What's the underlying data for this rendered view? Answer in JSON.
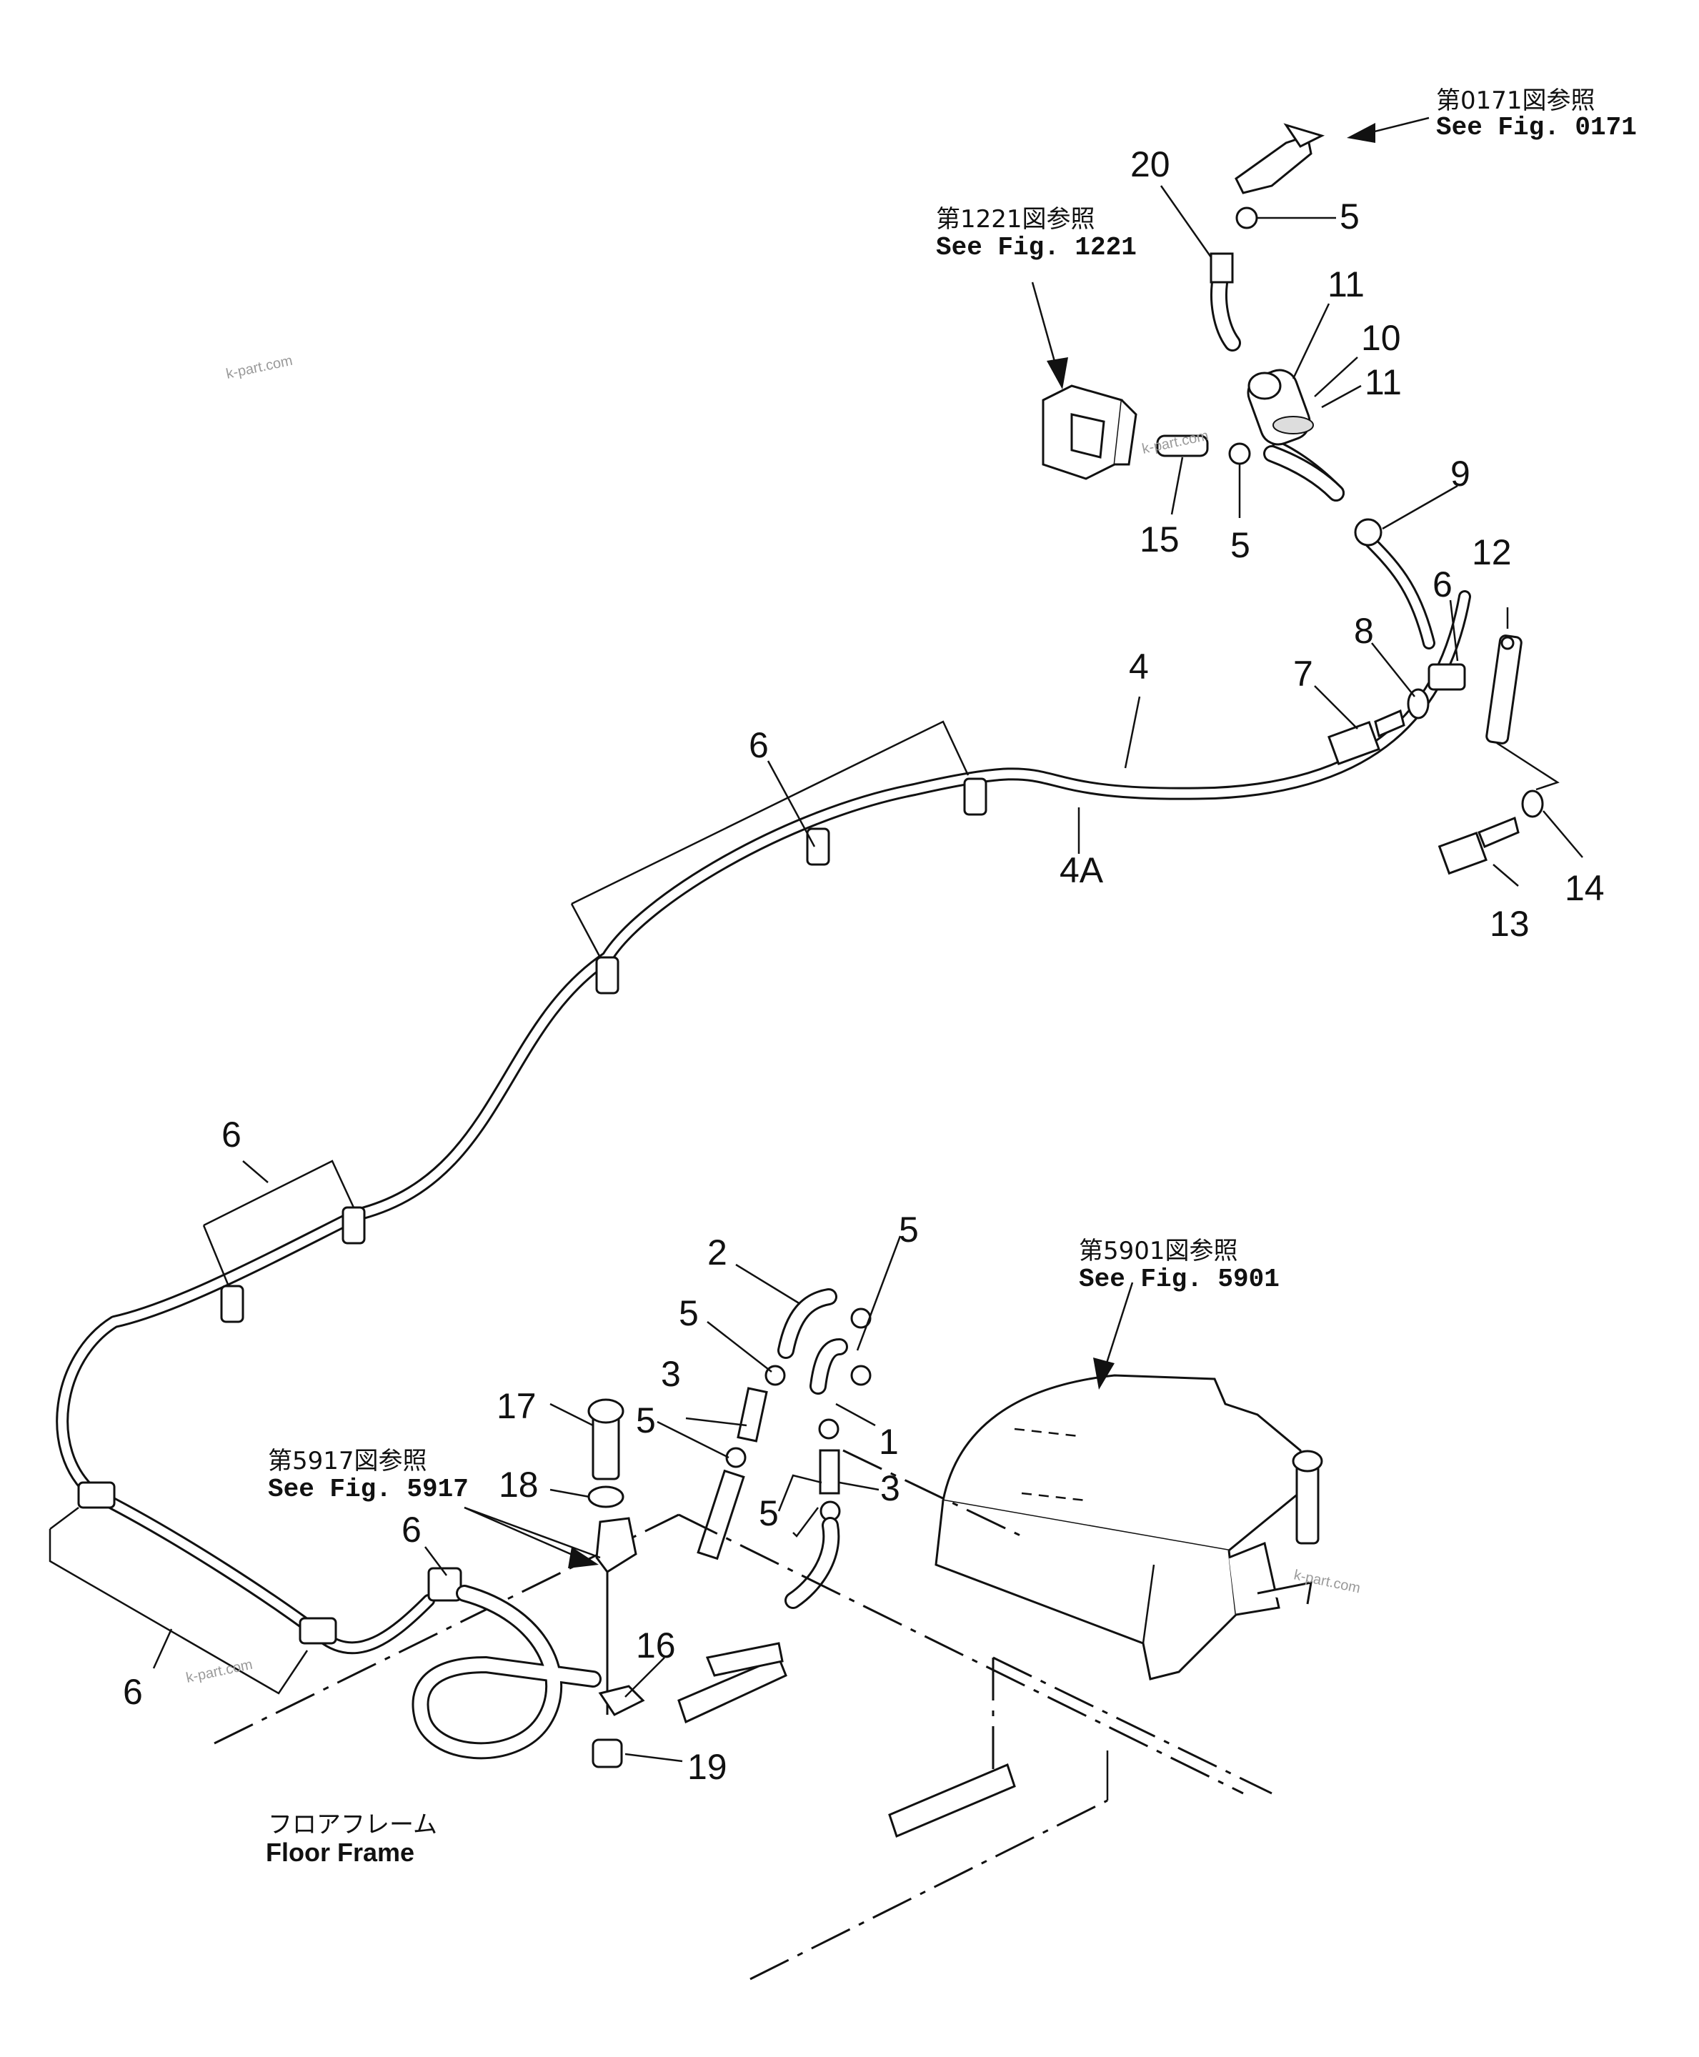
{
  "references": {
    "fig_0171_jp": "第0171図参照",
    "fig_0171_en": "See Fig. 0171",
    "fig_1221_jp": "第1221図参照",
    "fig_1221_en": "See Fig. 1221",
    "fig_5901_jp": "第5901図参照",
    "fig_5901_en": "See Fig. 5901",
    "fig_5917_jp": "第5917図参照",
    "fig_5917_en": "See Fig. 5917"
  },
  "floor_frame": {
    "jp": "フロアフレーム",
    "en": "Floor Frame"
  },
  "callouts": {
    "c20": "20",
    "c5_top": "5",
    "c11_a": "11",
    "c10": "10",
    "c11_b": "11",
    "c15": "15",
    "c5_mid": "5",
    "c9": "9",
    "c12": "12",
    "c6_right": "6",
    "c8": "8",
    "c7": "7",
    "c4": "4",
    "c4A": "4A",
    "c13": "13",
    "c14": "14",
    "c6_upper": "6",
    "c6_left": "6",
    "c6_bottom": "6",
    "c6_lower": "6",
    "c2": "2",
    "c5_a": "5",
    "c5_b": "5",
    "c3_a": "3",
    "c5_c": "5",
    "c1": "1",
    "c3_b": "3",
    "c5_d": "5",
    "c17": "17",
    "c18": "18",
    "c16": "16",
    "c19": "19"
  },
  "watermark": "k-part.com"
}
